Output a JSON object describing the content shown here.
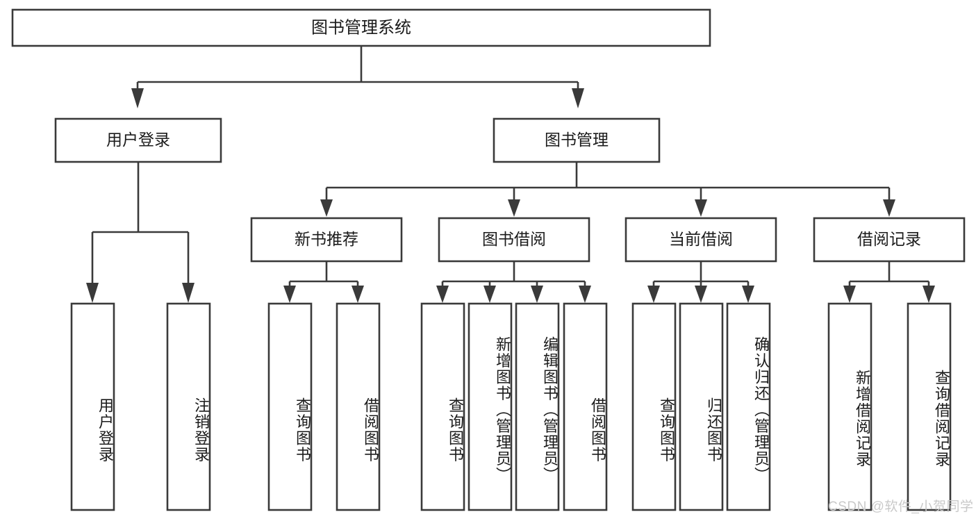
{
  "diagram": {
    "title": "图书管理系统",
    "type": "hierarchy-tree",
    "root": {
      "id": "root",
      "label": "图书管理系统",
      "orientation": "horizontal"
    },
    "level2": [
      {
        "id": "user-login",
        "label": "用户登录",
        "orientation": "horizontal"
      },
      {
        "id": "book-management",
        "label": "图书管理",
        "orientation": "horizontal"
      }
    ],
    "level3": [
      {
        "id": "new-book-recommend",
        "label": "新书推荐",
        "orientation": "horizontal",
        "parent": "book-management"
      },
      {
        "id": "book-borrow",
        "label": "图书借阅",
        "orientation": "horizontal",
        "parent": "book-management"
      },
      {
        "id": "current-borrow",
        "label": "当前借阅",
        "orientation": "horizontal",
        "parent": "book-management"
      },
      {
        "id": "borrow-record",
        "label": "借阅记录",
        "orientation": "horizontal",
        "parent": "book-management"
      }
    ],
    "leaves": [
      {
        "id": "leaf-user-login",
        "label": "用户登录",
        "parent": "user-login"
      },
      {
        "id": "leaf-logout-login",
        "label": "注销登录",
        "parent": "user-login"
      },
      {
        "id": "leaf-query-book-1",
        "label": "查询图书",
        "parent": "new-book-recommend"
      },
      {
        "id": "leaf-borrow-book-1",
        "label": "借阅图书",
        "parent": "new-book-recommend"
      },
      {
        "id": "leaf-query-book-2",
        "label": "查询图书",
        "parent": "book-borrow"
      },
      {
        "id": "leaf-add-book",
        "label": "新增图书（管理员）",
        "parent": "book-borrow"
      },
      {
        "id": "leaf-edit-book",
        "label": "编辑图书（管理员）",
        "parent": "book-borrow"
      },
      {
        "id": "leaf-borrow-book-2",
        "label": "借阅图书",
        "parent": "book-borrow"
      },
      {
        "id": "leaf-query-book-3",
        "label": "查询图书",
        "parent": "current-borrow"
      },
      {
        "id": "leaf-return-book",
        "label": "归还图书",
        "parent": "current-borrow"
      },
      {
        "id": "leaf-confirm-return",
        "label": "确认归还（管理员）",
        "parent": "current-borrow"
      },
      {
        "id": "leaf-add-record",
        "label": "新增借阅记录",
        "parent": "borrow-record"
      },
      {
        "id": "leaf-query-record",
        "label": "查询借阅记录",
        "parent": "borrow-record"
      }
    ],
    "colors": {
      "box_stroke": "#3a3a3a",
      "box_fill": "#ffffff",
      "text": "#1b1b1b",
      "background": "#ffffff",
      "watermark": "#c9c9c9"
    }
  },
  "watermark": {
    "text": "CSDN @软件_小贺同学"
  }
}
